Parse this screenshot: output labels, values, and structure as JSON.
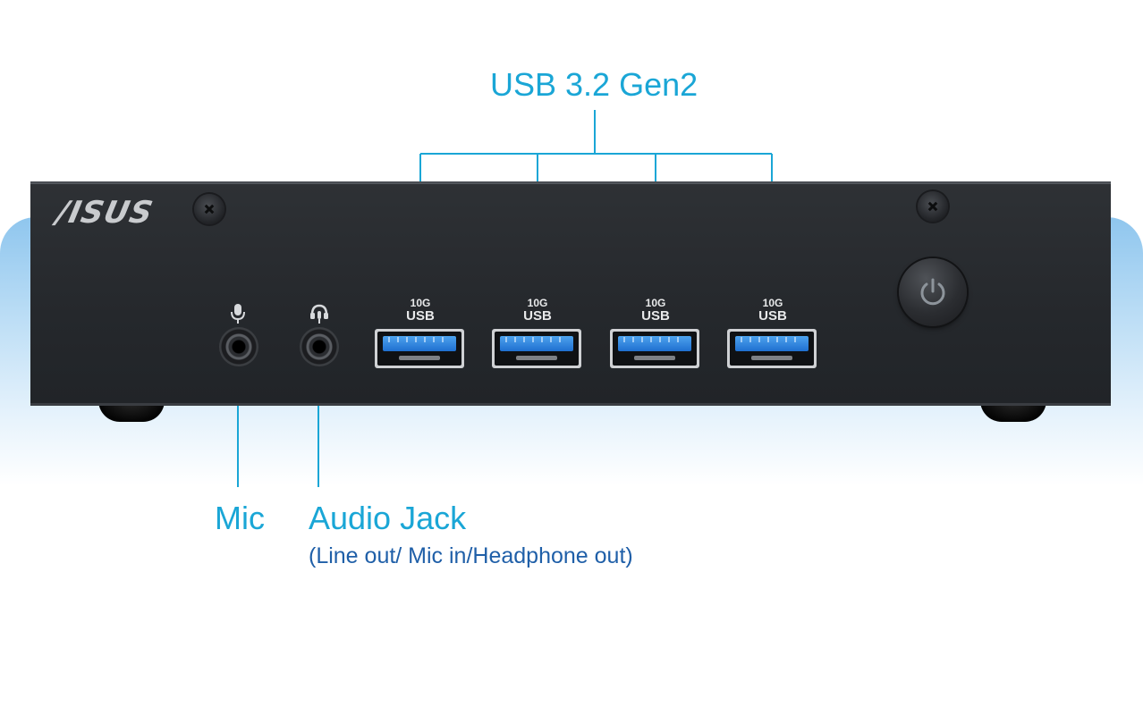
{
  "brand": {
    "logo_text": "/ISUS"
  },
  "colors": {
    "callout": "#1aa6d6",
    "subtitle": "#1f5fa8",
    "usb_blue": "#2b86e0",
    "device_body": "#26292d"
  },
  "callouts": {
    "usb": "USB 3.2 Gen2",
    "mic": "Mic",
    "audio": "Audio Jack",
    "audio_sub": "(Line out/ Mic in/Headphone out)"
  },
  "ports": {
    "usb": [
      {
        "speed": "10G",
        "label": "USB"
      },
      {
        "speed": "10G",
        "label": "USB"
      },
      {
        "speed": "10G",
        "label": "USB"
      },
      {
        "speed": "10G",
        "label": "USB"
      }
    ],
    "jacks": [
      {
        "icon": "microphone-icon"
      },
      {
        "icon": "headset-icon"
      }
    ],
    "power_icon": "power-icon"
  }
}
